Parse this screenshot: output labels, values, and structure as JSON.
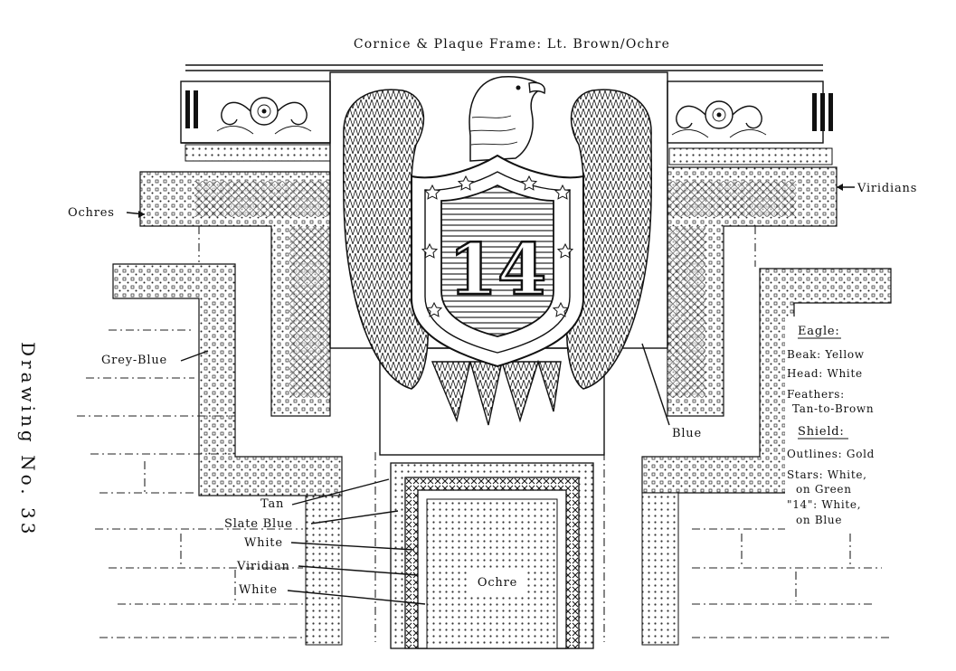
{
  "title": "Cornice & Plaque Frame: Lt. Brown/Ochre",
  "side_title": "Drawing No. 33",
  "plaque_number": "14",
  "callouts": {
    "ochres": "Ochres",
    "viridians": "Viridians",
    "grey_blue": "Grey-Blue",
    "blue": "Blue",
    "tan": "Tan",
    "slate_blue": "Slate Blue",
    "white_1": "White",
    "viridian": "Viridian",
    "white_2": "White",
    "ochre": "Ochre"
  },
  "legend": {
    "eagle_heading": "Eagle:",
    "beak": "Beak: Yellow",
    "head": "Head: White",
    "feathers_1": "Feathers:",
    "feathers_2": "Tan-to-Brown",
    "shield_heading": "Shield:",
    "outlines": "Outlines: Gold",
    "stars_1": "Stars: White,",
    "stars_2": "on Green",
    "number_1": "\"14\": White,",
    "number_2": "on Blue"
  }
}
